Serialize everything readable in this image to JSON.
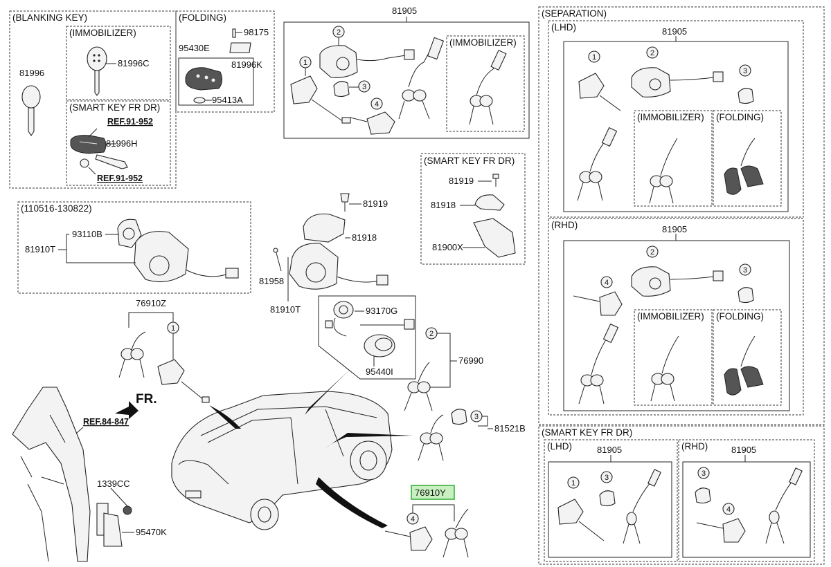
{
  "groups": {
    "blanking_key": "(BLANKING KEY)",
    "immobilizer": "(IMMOBILIZER)",
    "smart_key_fr_dr": "(SMART KEY FR DR)",
    "folding": "(FOLDING)",
    "period": "(110516-130822)",
    "separation": "(SEPARATION)",
    "lhd": "(LHD)",
    "rhd": "(RHD)"
  },
  "parts": {
    "p81996": "81996",
    "p81996C": "81996C",
    "p81996H": "81996H",
    "p98175": "98175",
    "p95430E": "95430E",
    "p81996K": "81996K",
    "p95413A": "95413A",
    "p81905": "81905",
    "p81919": "81919",
    "p81918": "81918",
    "p81900X": "81900X",
    "p93110B": "93110B",
    "p81910T": "81910T",
    "p81958": "81958",
    "p76910Z": "76910Z",
    "p93170G": "93170G",
    "p95440I": "95440I",
    "p76990": "76990",
    "p81521B": "81521B",
    "p1339CC": "1339CC",
    "p95470K": "95470K",
    "p76910Y": "76910Y"
  },
  "refs": {
    "r91952": "REF.91-952",
    "r84847": "REF.84-847"
  },
  "direction": "FR.",
  "callouts": {
    "c1": "1",
    "c2": "2",
    "c3": "3",
    "c4": "4"
  },
  "highlight": {
    "part": "76910Y",
    "color": "#3cb043"
  }
}
